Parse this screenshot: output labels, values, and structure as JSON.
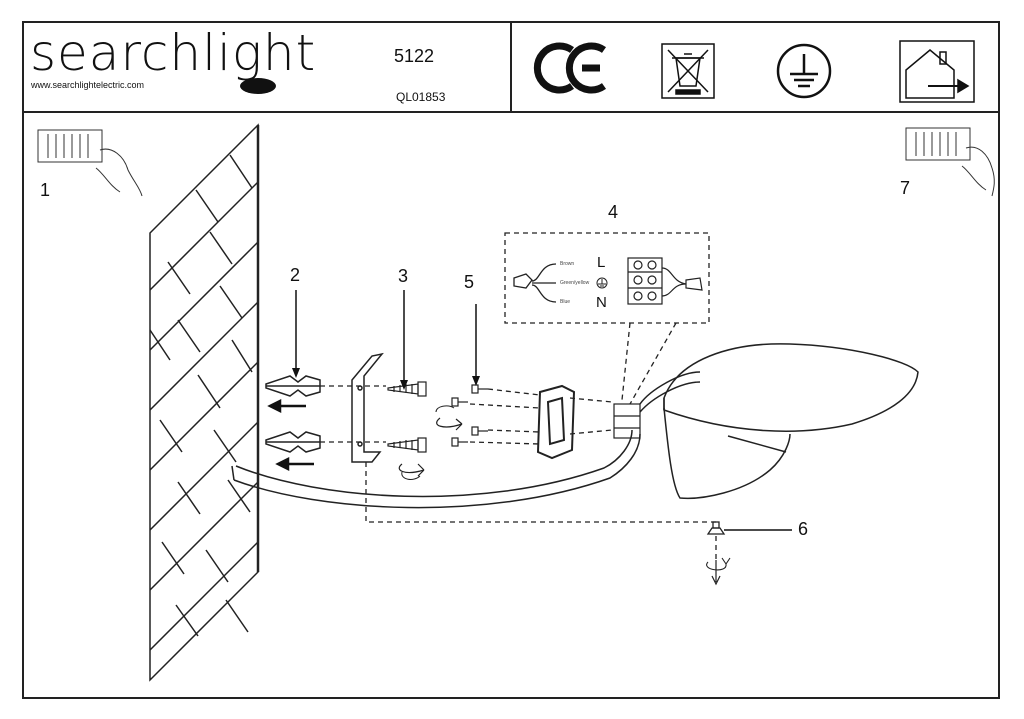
{
  "header": {
    "brand": "searchlight",
    "website": "www.searchlightelectric.com",
    "model_number": "5122",
    "document_code": "QL01853"
  },
  "symbols": [
    "ce-mark-icon",
    "weee-bin-icon",
    "earth-ground-icon",
    "indoor-use-icon"
  ],
  "steps": {
    "s1": "1",
    "s2": "2",
    "s3": "3",
    "s4": "4",
    "s5": "5",
    "s6": "6",
    "s7": "7"
  },
  "wiring": {
    "brown": "Brown",
    "green_yellow": "Green/yellow",
    "blue": "Blue",
    "live": "L",
    "neutral": "N"
  }
}
